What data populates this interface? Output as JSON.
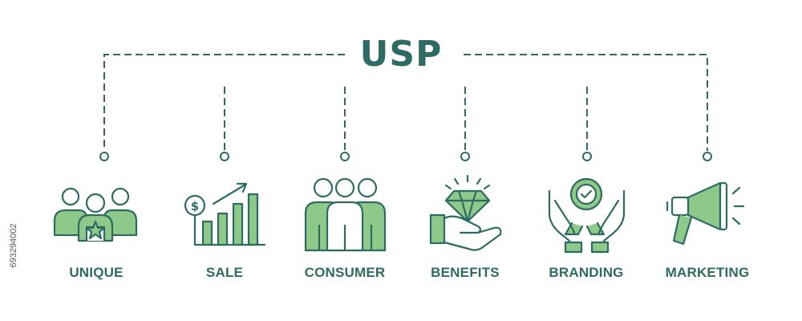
{
  "title": "USP",
  "colors": {
    "primary": "#2e6b63",
    "accent_fill": "#8ec98a",
    "background": "#ffffff"
  },
  "items": [
    {
      "label": "UNIQUE",
      "icon": "unique-people-star-icon"
    },
    {
      "label": "SALE",
      "icon": "sales-growth-chart-icon"
    },
    {
      "label": "CONSUMER",
      "icon": "consumer-group-icon"
    },
    {
      "label": "BENEFITS",
      "icon": "hand-diamond-icon"
    },
    {
      "label": "BRANDING",
      "icon": "hands-badge-icon"
    },
    {
      "label": "MARKETING",
      "icon": "megaphone-icon"
    }
  ],
  "stock_id": "693294002"
}
